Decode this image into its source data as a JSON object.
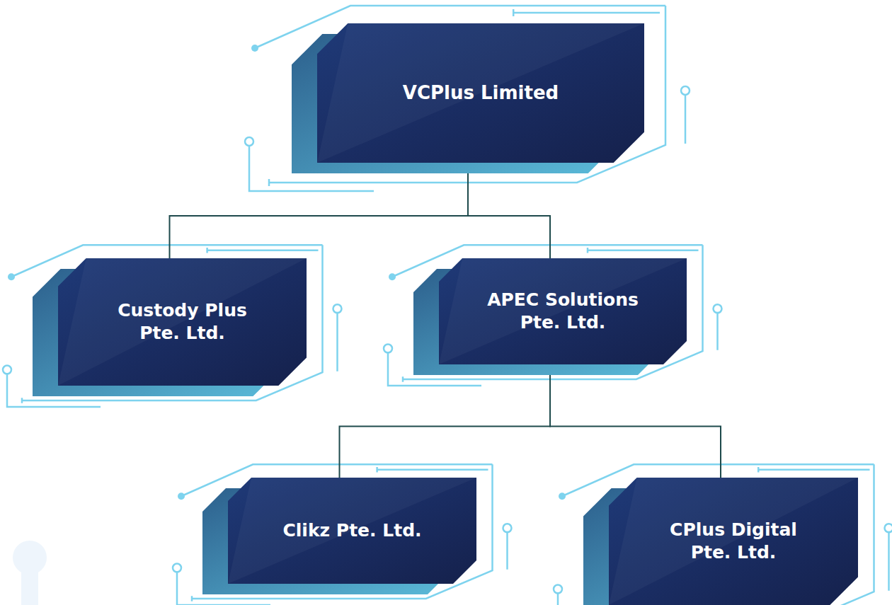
{
  "diagram": {
    "nodes": [
      {
        "text": [
          "VCPlus Limited"
        ]
      },
      {
        "text": [
          "Custody Plus Pte. Ltd."
        ]
      },
      {
        "text": [
          "APEC Solutions Pte. Ltd."
        ]
      },
      {
        "text": [
          "Clikz Pte. Ltd."
        ]
      },
      {
        "text": [
          "CPlus Digital Pte. Ltd."
        ]
      }
    ],
    "edges": [
      {
        "from": 0,
        "to": 1,
        "arrow": "none"
      },
      {
        "from": 0,
        "to": 2,
        "arrow": "none"
      },
      {
        "from": 2,
        "to": 3,
        "arrow": "none"
      },
      {
        "from": 2,
        "to": 4,
        "arrow": "none"
      }
    ]
  }
}
